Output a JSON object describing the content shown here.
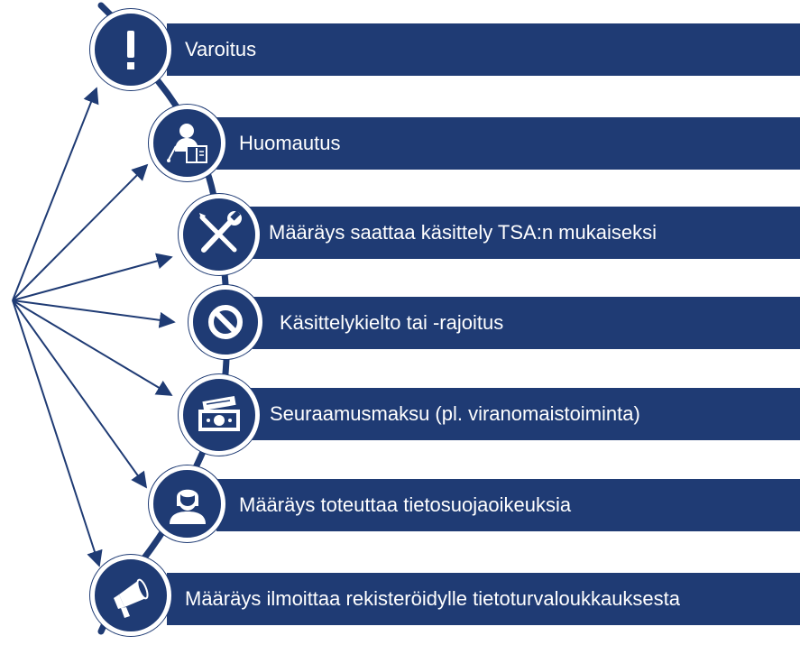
{
  "colors": {
    "navy": "#1f3b74",
    "white": "#ffffff"
  },
  "items": [
    {
      "label": "Varoitus",
      "icon": "exclamation-icon"
    },
    {
      "label": "Huomautus",
      "icon": "teacher-icon"
    },
    {
      "label": "Määräys saattaa käsittely TSA:n mukaiseksi",
      "icon": "tools-icon"
    },
    {
      "label": "Käsittelykielto tai -rajoitus",
      "icon": "prohibited-icon"
    },
    {
      "label": "Seuraamusmaksu (pl. viranomaistoiminta)",
      "icon": "money-icon"
    },
    {
      "label": "Määräys toteuttaa tietosuojaoikeuksia",
      "icon": "person-icon"
    },
    {
      "label": "Määräys ilmoittaa rekisteröidylle tietoturvaloukkauksesta",
      "icon": "megaphone-icon"
    }
  ]
}
